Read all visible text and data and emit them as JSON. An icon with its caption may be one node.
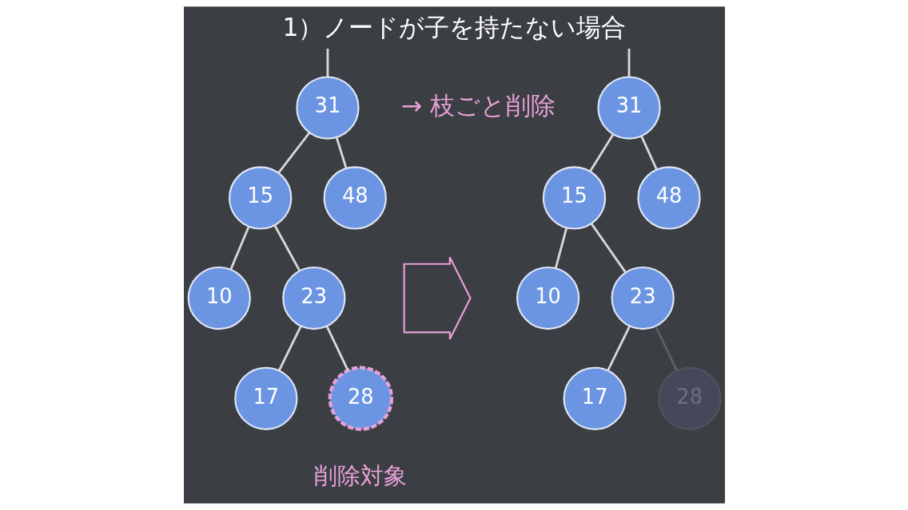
{
  "diagram": {
    "title": "1）ノードが子を持たない場合",
    "nodes": [
      {
        "text": [
          "31"
        ]
      },
      {
        "text": [
          "15"
        ]
      },
      {
        "text": [
          "48"
        ]
      },
      {
        "text": [
          "10"
        ]
      },
      {
        "text": [
          "23"
        ]
      },
      {
        "text": [
          "17"
        ]
      },
      {
        "text": [
          "28"
        ],
        "beside": [
          "削除対象"
        ]
      },
      {
        "text": [],
        "shape": "arrow"
      },
      {
        "text": [
          "31"
        ]
      },
      {
        "text": [
          "15"
        ]
      },
      {
        "text": [
          "48"
        ]
      },
      {
        "text": [
          "10"
        ]
      },
      {
        "text": [
          "23"
        ]
      },
      {
        "text": [
          "17"
        ]
      },
      {
        "text": [
          "28"
        ]
      }
    ],
    "edges": [
      {
        "from": null,
        "to": 0,
        "arrow": "none"
      },
      {
        "from": 0,
        "to": 1,
        "arrow": "none"
      },
      {
        "from": 0,
        "to": 2,
        "arrow": "none"
      },
      {
        "from": 1,
        "to": 3,
        "arrow": "none"
      },
      {
        "from": 1,
        "to": 4,
        "arrow": "none"
      },
      {
        "from": 4,
        "to": 5,
        "arrow": "none"
      },
      {
        "from": 4,
        "to": 6,
        "arrow": "none"
      },
      {
        "from": null,
        "to": 8,
        "arrow": "none"
      },
      {
        "from": 8,
        "to": 9,
        "arrow": "none"
      },
      {
        "from": 8,
        "to": 10,
        "arrow": "none"
      },
      {
        "from": 9,
        "to": 11,
        "arrow": "none"
      },
      {
        "from": 9,
        "to": 12,
        "arrow": "none"
      },
      {
        "from": 12,
        "to": 13,
        "arrow": "none"
      },
      {
        "from": 12,
        "to": 14,
        "arrow": "none",
        "color": "#5c6068"
      }
    ],
    "labels": [
      "→ 枝ごと削除"
    ]
  }
}
